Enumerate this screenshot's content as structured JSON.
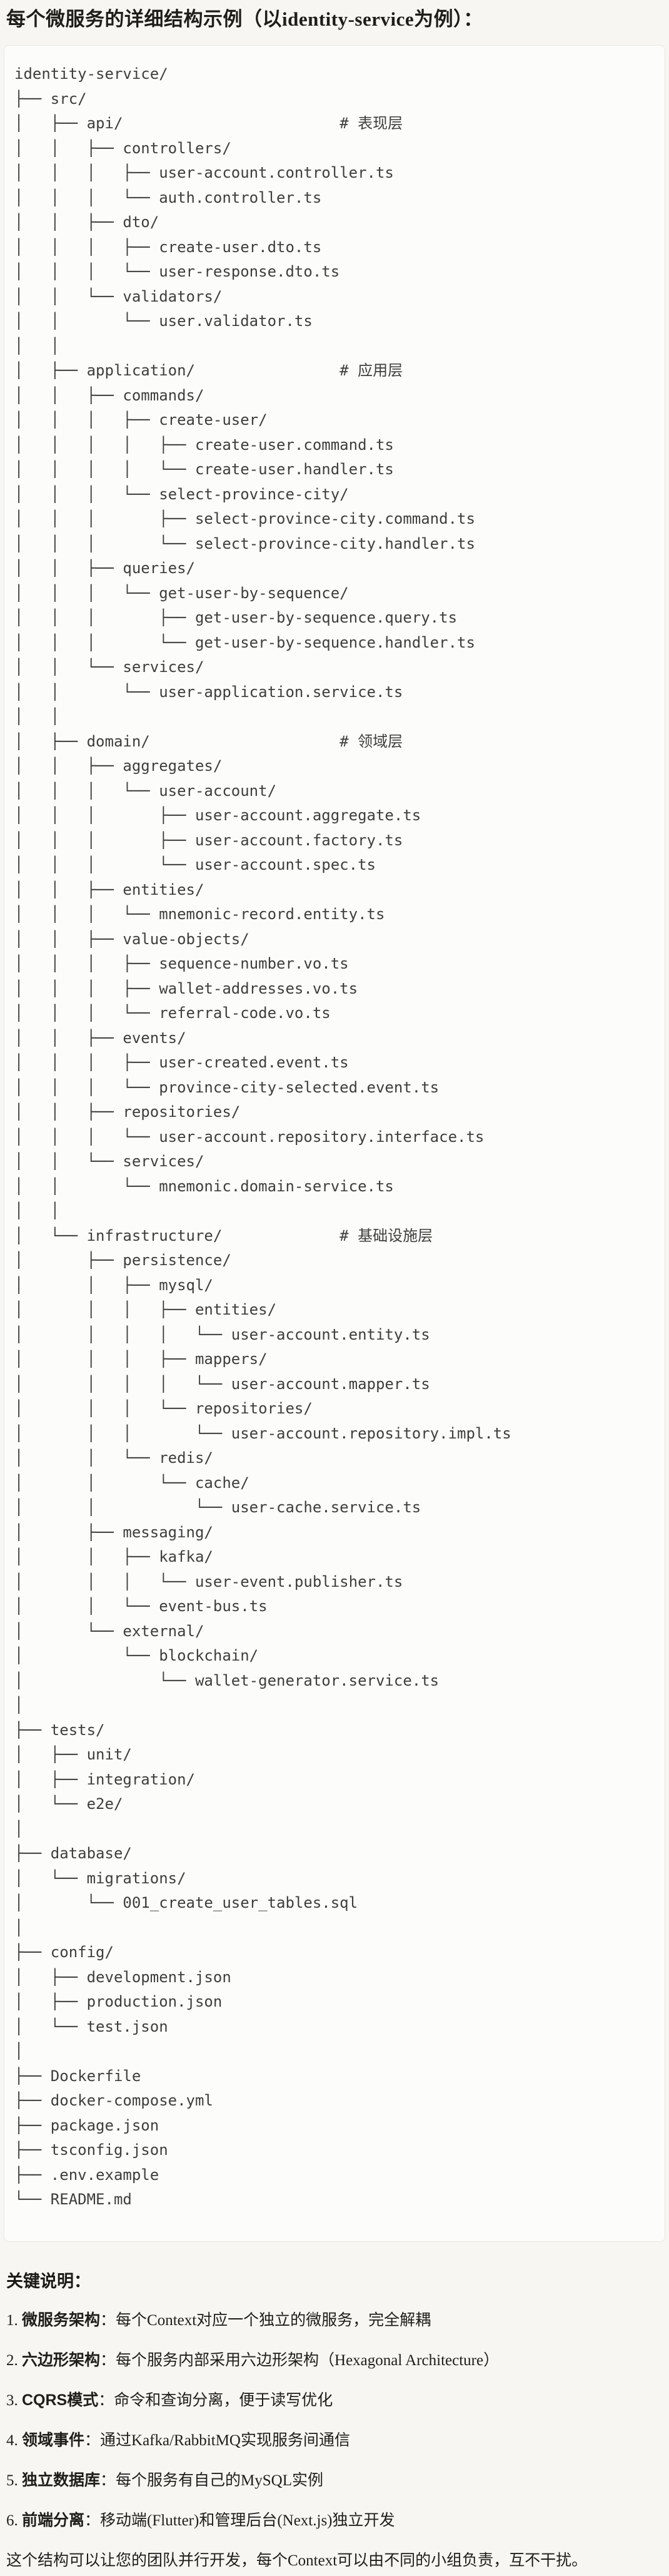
{
  "title": "每个微服务的详细结构示例（以identity-service为例）：",
  "code_block": {
    "language": "plaintext",
    "tree": "identity-service/\n├── src/\n│   ├── api/                        # 表现层\n│   │   ├── controllers/\n│   │   │   ├── user-account.controller.ts\n│   │   │   └── auth.controller.ts\n│   │   ├── dto/\n│   │   │   ├── create-user.dto.ts\n│   │   │   └── user-response.dto.ts\n│   │   └── validators/\n│   │       └── user.validator.ts\n│   │\n│   ├── application/                # 应用层\n│   │   ├── commands/\n│   │   │   ├── create-user/\n│   │   │   │   ├── create-user.command.ts\n│   │   │   │   └── create-user.handler.ts\n│   │   │   └── select-province-city/\n│   │   │       ├── select-province-city.command.ts\n│   │   │       └── select-province-city.handler.ts\n│   │   ├── queries/\n│   │   │   └── get-user-by-sequence/\n│   │   │       ├── get-user-by-sequence.query.ts\n│   │   │       └── get-user-by-sequence.handler.ts\n│   │   └── services/\n│   │       └── user-application.service.ts\n│   │\n│   ├── domain/                     # 领域层\n│   │   ├── aggregates/\n│   │   │   └── user-account/\n│   │   │       ├── user-account.aggregate.ts\n│   │   │       ├── user-account.factory.ts\n│   │   │       └── user-account.spec.ts\n│   │   ├── entities/\n│   │   │   └── mnemonic-record.entity.ts\n│   │   ├── value-objects/\n│   │   │   ├── sequence-number.vo.ts\n│   │   │   ├── wallet-addresses.vo.ts\n│   │   │   └── referral-code.vo.ts\n│   │   ├── events/\n│   │   │   ├── user-created.event.ts\n│   │   │   └── province-city-selected.event.ts\n│   │   ├── repositories/\n│   │   │   └── user-account.repository.interface.ts\n│   │   └── services/\n│   │       └── mnemonic.domain-service.ts\n│   │\n│   └── infrastructure/             # 基础设施层\n│       ├── persistence/\n│       │   ├── mysql/\n│       │   │   ├── entities/\n│       │   │   │   └── user-account.entity.ts\n│       │   │   ├── mappers/\n│       │   │   │   └── user-account.mapper.ts\n│       │   │   └── repositories/\n│       │   │       └── user-account.repository.impl.ts\n│       │   └── redis/\n│       │       └── cache/\n│       │           └── user-cache.service.ts\n│       ├── messaging/\n│       │   ├── kafka/\n│       │   │   └── user-event.publisher.ts\n│       │   └── event-bus.ts\n│       └── external/\n│           └── blockchain/\n│               └── wallet-generator.service.ts\n│\n├── tests/\n│   ├── unit/\n│   ├── integration/\n│   └── e2e/\n│\n├── database/\n│   └── migrations/\n│       └── 001_create_user_tables.sql\n│\n├── config/\n│   ├── development.json\n│   ├── production.json\n│   └── test.json\n│\n├── Dockerfile\n├── docker-compose.yml\n├── package.json\n├── tsconfig.json\n├── .env.example\n└── README.md"
  },
  "notes": {
    "heading": "关键说明：",
    "items": [
      {
        "num": "1. ",
        "label": "微服务架构",
        "text": "：每个Context对应一个独立的微服务，完全解耦"
      },
      {
        "num": "2. ",
        "label": "六边形架构",
        "text": "：每个服务内部采用六边形架构（Hexagonal Architecture）"
      },
      {
        "num": "3. ",
        "label": "CQRS模式",
        "text": "：命令和查询分离，便于读写优化"
      },
      {
        "num": "4. ",
        "label": "领域事件",
        "text": "：通过Kafka/RabbitMQ实现服务间通信"
      },
      {
        "num": "5. ",
        "label": "独立数据库",
        "text": "：每个服务有自己的MySQL实例"
      },
      {
        "num": "6. ",
        "label": "前端分离",
        "text": "：移动端(Flutter)和管理后台(Next.js)独立开发"
      }
    ],
    "closing": "这个结构可以让您的团队并行开发，每个Context可以由不同的小组负责，互不干扰。"
  }
}
